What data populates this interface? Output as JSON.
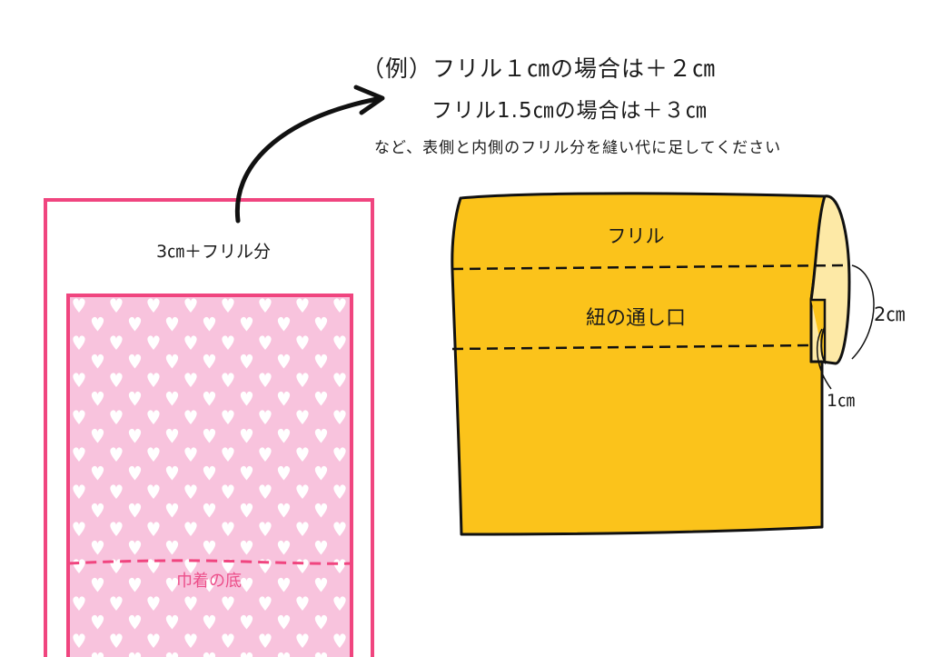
{
  "note": {
    "line1": "（例）フリル１㎝の場合は＋２㎝",
    "line2": "フリル1.5㎝の場合は＋３㎝",
    "line3": "など、表側と内側のフリル分を縫い代に足してください"
  },
  "left_diagram": {
    "top_label": "3㎝＋フリル分",
    "bottom_label": "巾着の底"
  },
  "right_diagram": {
    "frill_label": "フリル",
    "channel_label": "紐の通し口",
    "dim_2cm": "2㎝",
    "dim_1cm": "1㎝"
  },
  "colors": {
    "outline_pink": "#f0457f",
    "fabric_pink": "#f8c3dd",
    "heart": "#ffffff",
    "fabric_yellow": "#fbc31b",
    "fold_cream": "#fde9a6",
    "bottom_label_pink": "#ec4f8a"
  }
}
